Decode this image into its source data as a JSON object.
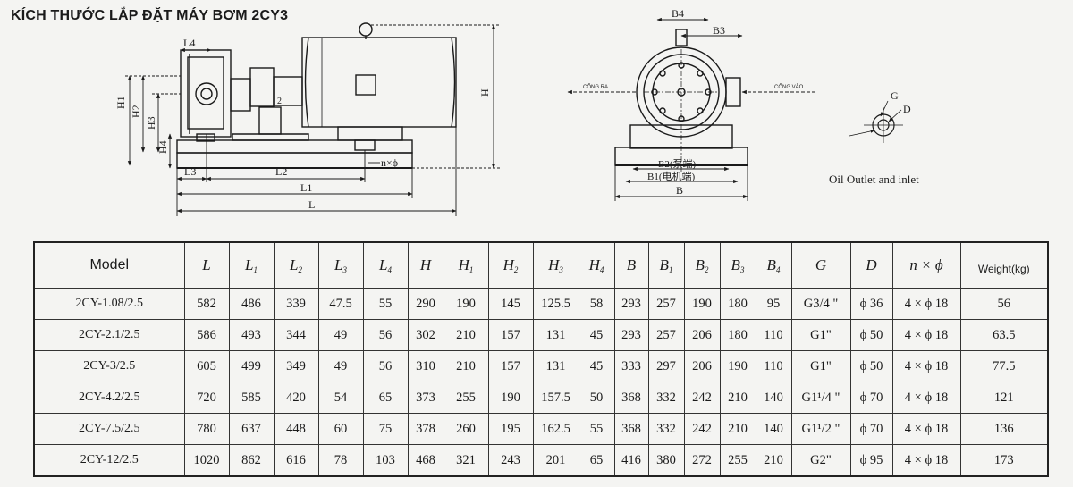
{
  "title": "KÍCH THƯỚC LẮP ĐẶT MÁY BƠM 2CY3",
  "drawing": {
    "side_labels": {
      "L4": "L4",
      "H1": "H1",
      "H2": "H2",
      "H3": "H3",
      "H4": "H4",
      "H": "H",
      "L3": "L3",
      "L2": "L2",
      "L1": "L1",
      "L": "L",
      "nphi": "n×ϕ",
      "two": "2"
    },
    "front_labels": {
      "B4": "B4",
      "B3": "B3",
      "outlet": "CỔNG RA",
      "inlet": "CỔNG VÀO",
      "B2": "B2(泵端)",
      "B1": "B1(电机端)",
      "B": "B"
    },
    "port_labels": {
      "G": "G",
      "D": "D",
      "caption": "Oil Outlet and inlet"
    }
  },
  "table": {
    "headers": [
      {
        "main": "Model",
        "sub": ""
      },
      {
        "main": "L",
        "sub": ""
      },
      {
        "main": "L",
        "sub": "1"
      },
      {
        "main": "L",
        "sub": "2"
      },
      {
        "main": "L",
        "sub": "3"
      },
      {
        "main": "L",
        "sub": "4"
      },
      {
        "main": "H",
        "sub": ""
      },
      {
        "main": "H",
        "sub": "1"
      },
      {
        "main": "H",
        "sub": "2"
      },
      {
        "main": "H",
        "sub": "3"
      },
      {
        "main": "H",
        "sub": "4"
      },
      {
        "main": "B",
        "sub": ""
      },
      {
        "main": "B",
        "sub": "1"
      },
      {
        "main": "B",
        "sub": "2"
      },
      {
        "main": "B",
        "sub": "3"
      },
      {
        "main": "B",
        "sub": "4"
      },
      {
        "main": "G",
        "sub": ""
      },
      {
        "main": "D",
        "sub": ""
      },
      {
        "main": "n × ϕ",
        "sub": ""
      },
      {
        "main": "Weight(kg)",
        "sub": ""
      }
    ],
    "rows": [
      [
        "2CY-1.08/2.5",
        "582",
        "486",
        "339",
        "47.5",
        "55",
        "290",
        "190",
        "145",
        "125.5",
        "58",
        "293",
        "257",
        "190",
        "180",
        "95",
        "G3/4 \"",
        "ϕ 36",
        "4 × ϕ 18",
        "56"
      ],
      [
        "2CY-2.1/2.5",
        "586",
        "493",
        "344",
        "49",
        "56",
        "302",
        "210",
        "157",
        "131",
        "45",
        "293",
        "257",
        "206",
        "180",
        "110",
        "G1\"",
        "ϕ 50",
        "4 × ϕ 18",
        "63.5"
      ],
      [
        "2CY-3/2.5",
        "605",
        "499",
        "349",
        "49",
        "56",
        "310",
        "210",
        "157",
        "131",
        "45",
        "333",
        "297",
        "206",
        "190",
        "110",
        "G1\"",
        "ϕ 50",
        "4 × ϕ 18",
        "77.5"
      ],
      [
        "2CY-4.2/2.5",
        "720",
        "585",
        "420",
        "54",
        "65",
        "373",
        "255",
        "190",
        "157.5",
        "50",
        "368",
        "332",
        "242",
        "210",
        "140",
        "G1¹/4 \"",
        "ϕ 70",
        "4 × ϕ 18",
        "121"
      ],
      [
        "2CY-7.5/2.5",
        "780",
        "637",
        "448",
        "60",
        "75",
        "378",
        "260",
        "195",
        "162.5",
        "55",
        "368",
        "332",
        "242",
        "210",
        "140",
        "G1¹/2 \"",
        "ϕ 70",
        "4 × ϕ 18",
        "136"
      ],
      [
        "2CY-12/2.5",
        "1020",
        "862",
        "616",
        "78",
        "103",
        "468",
        "321",
        "243",
        "201",
        "65",
        "416",
        "380",
        "272",
        "255",
        "210",
        "G2\"",
        "ϕ 95",
        "4 × ϕ 18",
        "173"
      ]
    ]
  }
}
